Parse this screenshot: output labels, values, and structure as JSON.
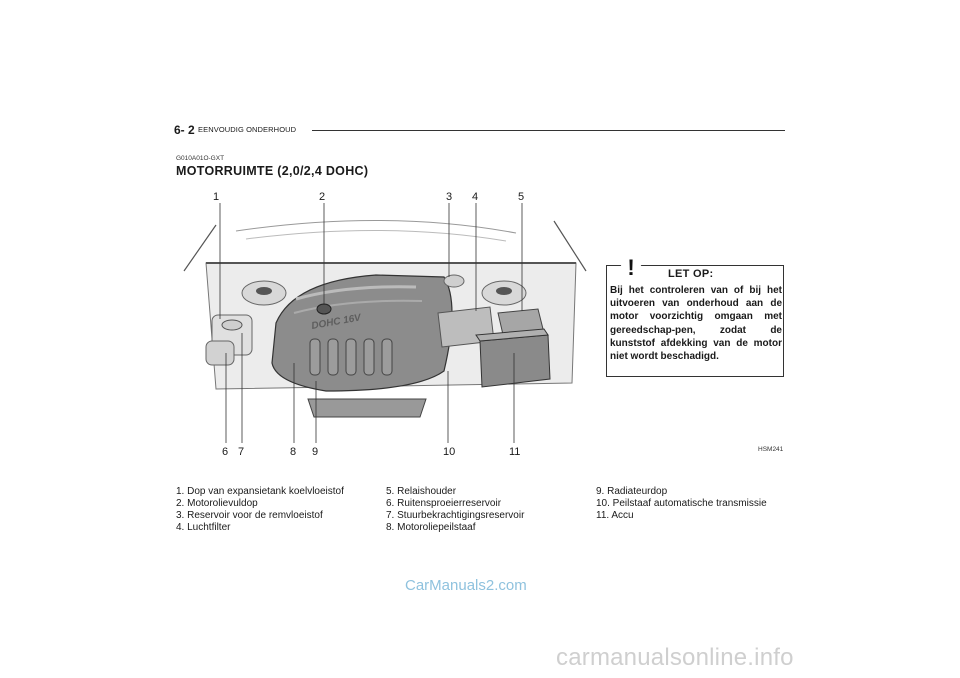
{
  "header": {
    "page_number": "6- 2",
    "section": "EENVOUDIG ONDERHOUD"
  },
  "section_code": "G010A01O-GXT",
  "title": "MOTORRUIMTE (2,0/2,4 DOHC)",
  "figure": {
    "callouts_top": [
      "1",
      "2",
      "3",
      "4",
      "5"
    ],
    "callouts_bottom": [
      "6",
      "7",
      "8",
      "9",
      "10",
      "11"
    ],
    "engine_cover_text": "DOHC 16V",
    "figure_code": "HSM241"
  },
  "warning": {
    "icon": "exclamation-triangle-icon",
    "title": "LET OP:",
    "text": "Bij het controleren van of bij het uitvoeren van onderhoud aan de motor voorzichtig omgaan met gereedschap-pen, zodat de kunststof afdekking van de motor niet wordt beschadigd."
  },
  "legend": {
    "col1": [
      "1.  Dop van expansietank koelvloeistof",
      "2.  Motorolievuldop",
      "3.  Reservoir voor de remvloeistof",
      "4.  Luchtfilter"
    ],
    "col2": [
      "5.  Relaishouder",
      "6.  Ruitensproeierreservoir",
      "7.  Stuurbekrachtigingsreservoir",
      "8.  Motoroliepeilstaaf"
    ],
    "col3": [
      "9.  Radiateurdop",
      "10. Peilstaaf automatische transmissie",
      "11. Accu"
    ]
  },
  "watermarks": {
    "primary": "CarManuals2.com",
    "secondary": "carmanualsonline.info"
  }
}
